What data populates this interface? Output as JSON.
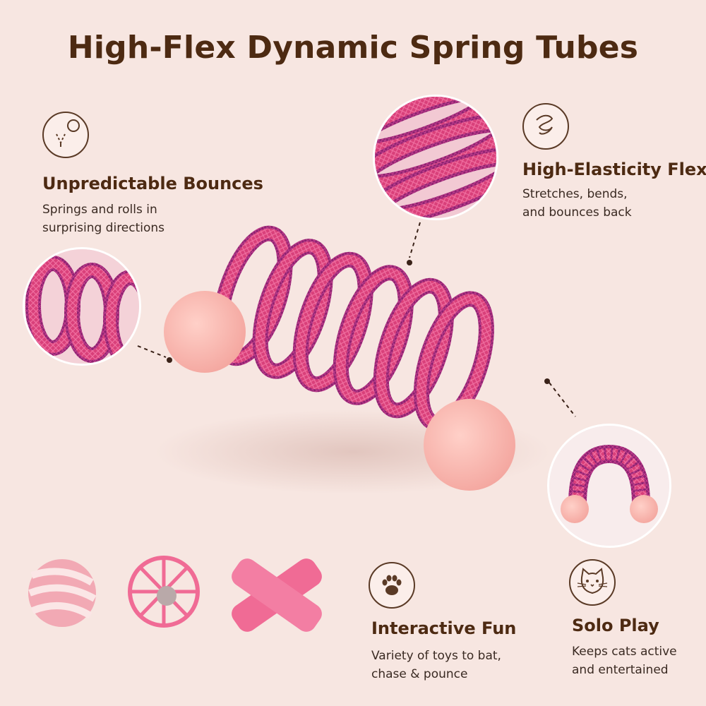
{
  "title": "High-Flex Dynamic Spring Tubes",
  "features": {
    "bounces": {
      "title": "Unpredictable Bounces",
      "desc_line1": "Springs and rolls in",
      "desc_line2": "surprising directions",
      "icon": "bounce-icon"
    },
    "elasticity": {
      "title": "High-Elasticity Flex",
      "desc_line1": "Stretches, bends,",
      "desc_line2": "and bounces back",
      "icon": "spring-coil-icon"
    },
    "interactive": {
      "title": "Interactive Fun",
      "desc_line1": "Variety of toys to bat,",
      "desc_line2": "chase & pounce",
      "icon": "paw-icon"
    },
    "solo": {
      "title": "Solo Play",
      "desc_line1": "Keeps cats active",
      "desc_line2": "and entertained",
      "icon": "cat-face-icon"
    }
  },
  "colors": {
    "background": "#f7e6e1",
    "text_brown": "#4d2a12",
    "spring_pink": "#e0508a",
    "spring_purple": "#9a2a7a",
    "pompom_pink": "#f7b3ad"
  }
}
